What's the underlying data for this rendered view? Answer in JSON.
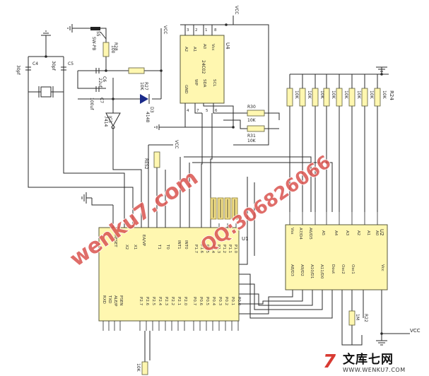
{
  "parts": {
    "u1": {
      "ref": "U1"
    },
    "u2": {
      "ref": "U2"
    },
    "u4": {
      "ref": "U4",
      "part": "24C02",
      "pins": {
        "a0": "A0",
        "a1": "A1",
        "a2": "A2",
        "gnd": "GND",
        "vcc": "Vcc",
        "wp": "WP",
        "scl": "SCL",
        "sda": "SDA"
      }
    },
    "ic3": {
      "ref": "IC3",
      "part": "7414"
    },
    "s5": {
      "ref": "S5",
      "part": "SW-PB"
    },
    "c4": {
      "ref": "C4",
      "value": "30pf"
    },
    "c5": {
      "ref": "C5",
      "value": "30pf"
    },
    "c6": {
      "ref": "C6",
      "value": "22uf"
    },
    "c7": {
      "ref": "C7",
      "value": "100uf"
    },
    "d3": {
      "ref": "D3",
      "part": "4148"
    },
    "r28": {
      "ref": "R28",
      "value": "100"
    },
    "r27": {
      "ref": "R27",
      "value": "10K"
    },
    "r30": {
      "ref": "R30",
      "value": "10K"
    },
    "r31": {
      "ref": "R31",
      "value": "10K"
    },
    "r24": {
      "ref": "R24",
      "value": "10K"
    },
    "r22": {
      "ref": "R22",
      "value": "1M"
    },
    "res2": {
      "ref": "RES2"
    },
    "r_bottom": {
      "value": "10K"
    }
  },
  "rpack": {
    "values": [
      "10K",
      "10K",
      "10K",
      "10K",
      "10K",
      "10K",
      "10K",
      "10K"
    ]
  },
  "nets": {
    "vcc": "VCC"
  },
  "u1_pins": {
    "reset": "RESET",
    "x1": "X1",
    "x2": "X2",
    "ea": "EA/VP",
    "t0": "T0",
    "t1": "T1",
    "int0": "INT0",
    "int1": "INT1",
    "p17": "P1.7",
    "p16": "P1.6",
    "p15": "P1.5",
    "p14": "P1.4",
    "p13": "P1.3",
    "p12": "P1.2",
    "p11": "P1.1",
    "p10": "P1.0",
    "rxd": "RXD",
    "txd": "TXD",
    "ale": "ALE/P",
    "psen": "PSEN",
    "p27": "P2.7",
    "p26": "P2.6",
    "p25": "P2.5",
    "p24": "P2.4",
    "p23": "P2.3",
    "p22": "P2.2",
    "p21": "P2.1",
    "p20": "P2.0",
    "p07": "P0.7",
    "p06": "P0.6",
    "p05": "P0.5",
    "p04": "P0.4",
    "p03": "P0.3",
    "p02": "P0.2",
    "p01": "P0.1",
    "p00": "P0.0"
  },
  "u2_pins": {
    "a7d4": "A7/D4",
    "a6d5": "A6/D5",
    "a5": "A5",
    "a4": "A4",
    "a3": "A3",
    "a2": "A2",
    "a1": "A1",
    "a0": "A0",
    "vss": "Vss",
    "a8d3": "A8/D3",
    "a9d2": "A9/D2",
    "a10d1": "A10/D1",
    "a11d0": "A11/D0",
    "dout": "Dout",
    "osc2": "Osc2",
    "osc1": "Osc1",
    "vcc": "Vcc"
  },
  "watermark": {
    "site": "wenku7.com",
    "qq": "QQ:306826066"
  },
  "footer": {
    "brand_mark": "7",
    "brand_text": "文库七网",
    "url": "WWW.WENKU7.COM"
  }
}
